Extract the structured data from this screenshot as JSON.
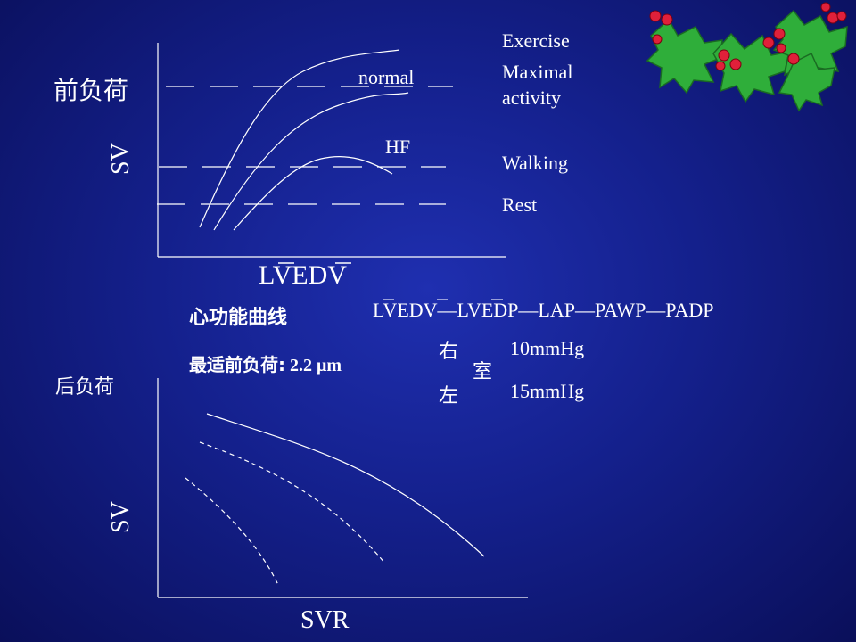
{
  "top_chart": {
    "ylabel": "SV",
    "side_label": "前负荷",
    "xlabel_parts": [
      "L",
      "V",
      "ED",
      "V"
    ],
    "curve_labels": {
      "normal": "normal",
      "hf": "HF"
    },
    "levels": [
      {
        "label": "Exercise"
      },
      {
        "label": "Maximal"
      },
      {
        "label": "activity"
      },
      {
        "label": "Walking"
      },
      {
        "label": "Rest"
      }
    ]
  },
  "notes": {
    "function_curve": "心功能曲线",
    "chain_parts": [
      "L",
      "V",
      "ED",
      "V",
      "—L",
      "V",
      "EDP—LAP—PAWP—PADP"
    ],
    "optimal_preload_label": "最适前负荷:",
    "optimal_preload_value": "2.2 μm",
    "right_char": "右",
    "left_char": "左",
    "ventricle_char": "室",
    "right_value": "10mmHg",
    "left_value": "15mmHg"
  },
  "bottom_chart": {
    "side_label": "后负荷",
    "ylabel": "SV",
    "xlabel": "SVR"
  },
  "colors": {
    "background": "#14208c",
    "foreground": "#ffffff",
    "holly_leaf": "#2fae3a",
    "holly_berry": "#e0203a"
  }
}
